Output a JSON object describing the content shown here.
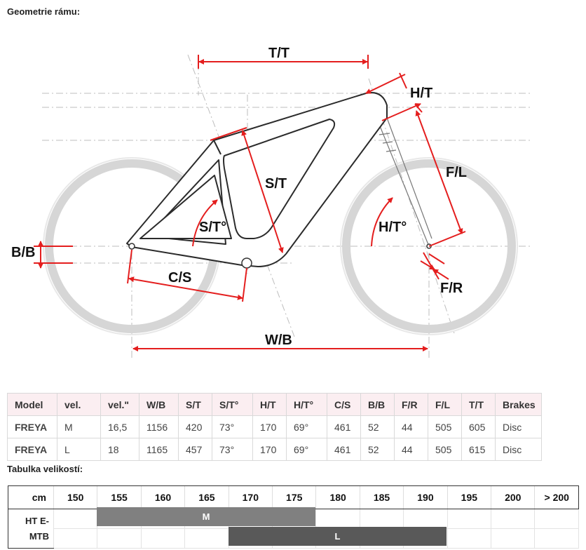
{
  "headings": {
    "geometry": "Geometrie rámu:",
    "sizes": "Tabulka velikostí:"
  },
  "diagram_labels": {
    "tt": "T/T",
    "ht": "H/T",
    "st": "S/T",
    "st_angle": "S/T°",
    "ht_angle": "H/T°",
    "fl": "F/L",
    "bb": "B/B",
    "cs": "C/S",
    "fr": "F/R",
    "wb": "W/B"
  },
  "colors": {
    "dimension": "#e41e1e",
    "frame": "#2b2b2b",
    "wheel": "#d9d9d9",
    "header_bg": "#fbeef1",
    "bar_m": "#808080",
    "bar_l": "#595959"
  },
  "geometry_table": {
    "headers": [
      "Model",
      "vel.",
      "vel.\"",
      "W/B",
      "S/T",
      "S/T°",
      "H/T",
      "H/T°",
      "C/S",
      "B/B",
      "F/R",
      "F/L",
      "T/T",
      "Brakes"
    ],
    "rows": [
      [
        "FREYA",
        "M",
        "16,5",
        "1156",
        "420",
        "73°",
        "170",
        "69°",
        "461",
        "52",
        "44",
        "505",
        "605",
        "Disc"
      ],
      [
        "FREYA",
        "L",
        "18",
        "1165",
        "457",
        "73°",
        "170",
        "69°",
        "461",
        "52",
        "44",
        "505",
        "615",
        "Disc"
      ]
    ]
  },
  "size_table": {
    "corner": "cm",
    "heights": [
      "150",
      "155",
      "160",
      "165",
      "170",
      "175",
      "180",
      "185",
      "190",
      "195",
      "200",
      "> 200"
    ],
    "row_label": "HT E-MTB",
    "ranges": [
      {
        "label": "M",
        "from": "155",
        "to": "175"
      },
      {
        "label": "L",
        "from": "170",
        "to": "190"
      }
    ]
  }
}
